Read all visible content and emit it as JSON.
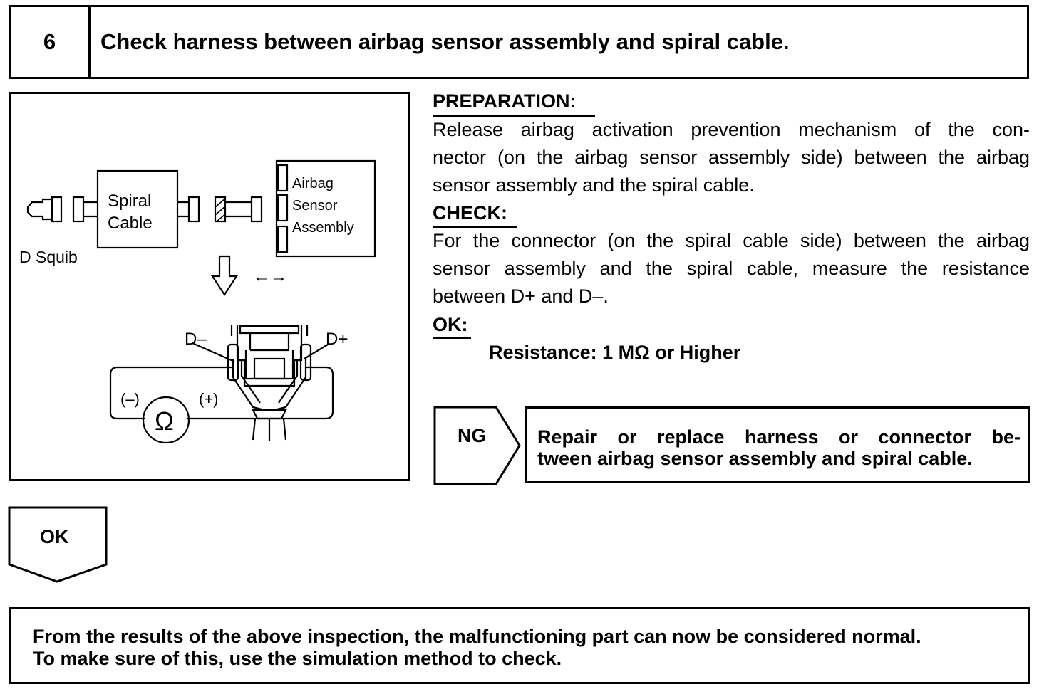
{
  "step": {
    "number": "6",
    "title": "Check harness between airbag sensor assembly and spiral cable."
  },
  "figure": {
    "spiral_cable_line1": "Spiral",
    "spiral_cable_line2": "Cable",
    "d_squib": "D Squib",
    "airbag_line1": "Airbag",
    "airbag_line2": "Sensor",
    "airbag_line3": "Assembly",
    "arrows": "←→",
    "d_minus": "D–",
    "d_plus": "D+",
    "minus": "(–)",
    "plus": "(+)",
    "ohm": "Ω"
  },
  "preparation": {
    "heading": "PREPARATION:",
    "line1": "Release airbag activation prevention mechanism of the con-",
    "line2": "nector (on the airbag sensor assembly side) between the airbag",
    "line3": "sensor assembly and the spiral cable."
  },
  "check": {
    "heading": "CHECK:",
    "line1": "For the connector (on the spiral cable side) between the airbag",
    "line2": "sensor assembly and the spiral cable, measure the resistance",
    "line3": "between D+ and D–."
  },
  "ok_spec": {
    "heading": "OK:",
    "value": "Resistance: 1 MΩ or Higher"
  },
  "ng": {
    "label": "NG",
    "line1": "Repair or replace harness or connector be-",
    "line2": "tween airbag sensor assembly and spiral cable."
  },
  "ok_branch": {
    "label": "OK"
  },
  "final": {
    "line1": "From the results of the above inspection, the malfunctioning part can now be considered normal.",
    "line2": "To make sure of this, use the simulation method to check."
  }
}
